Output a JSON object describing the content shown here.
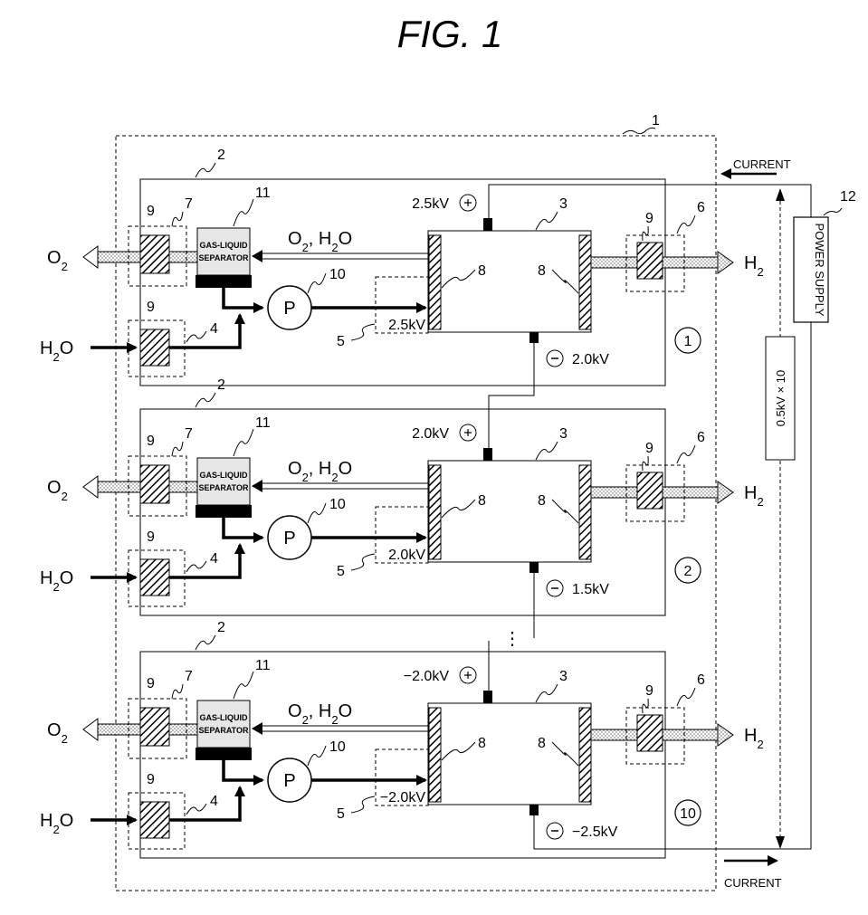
{
  "figure": {
    "title": "FIG. 1",
    "system_ref": "1",
    "current_top": "CURRENT",
    "current_bottom": "CURRENT",
    "power_supply": {
      "label": "POWER SUPPLY",
      "ref": "12"
    },
    "voltage_total": "0.5kV × 10"
  },
  "refs": {
    "unit": "2",
    "cell": "3",
    "water_inlet": "4",
    "insulator": "5",
    "h2_outlet": "6",
    "o2_outlet": "7",
    "electrode": "8",
    "valve": "9",
    "pump": "10",
    "separator": "11"
  },
  "labels": {
    "o2_out": "O2",
    "h2o_in": "H2O",
    "h2_out": "H2",
    "o2_h2o": "O2, H2O",
    "pump": "P",
    "separator_line1": "GAS-LIQUID",
    "separator_line2": "SEPARATOR",
    "ellipsis": "⋮"
  },
  "units": [
    {
      "number": "1",
      "v_plus": "2.5kV",
      "v_minus": "2.0kV",
      "v_pipe": "2.5kV"
    },
    {
      "number": "2",
      "v_plus": "2.0kV",
      "v_minus": "1.5kV",
      "v_pipe": "2.0kV"
    },
    {
      "number": "10",
      "v_plus": "−2.0kV",
      "v_minus": "−2.5kV",
      "v_pipe": "−2.0kV"
    }
  ]
}
